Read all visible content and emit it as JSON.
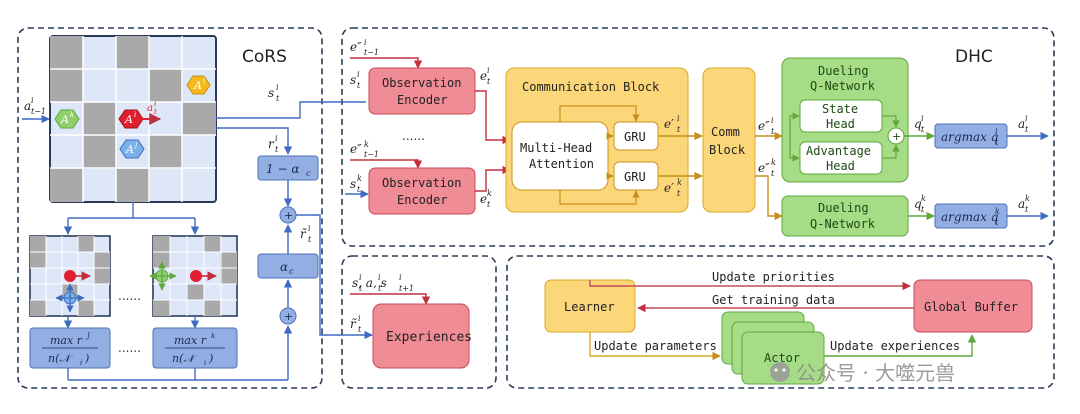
{
  "panels": {
    "cors": {
      "title": "CoRS"
    },
    "dhc": {
      "title": "DHC"
    }
  },
  "grid": {
    "agent_i": "A",
    "agent_i_sup": "i",
    "agent_j": "A",
    "agent_j_sup": "j",
    "agent_k": "A",
    "agent_k_sup": "k",
    "action_label": "a",
    "action_sup": "i",
    "action_sub": "t"
  },
  "cors_labels": {
    "input_a": "a",
    "input_a_sup": "i",
    "input_a_sub": "t−1",
    "s_out": "s",
    "s_out_sup": "i",
    "s_out_sub": "t",
    "r_in": "r",
    "r_in_sup": "i",
    "r_in_sub": "t",
    "one_minus_alpha": "1 − α",
    "one_minus_alpha_sub": "c",
    "alpha": "α",
    "alpha_sub": "c",
    "r_tilde": "r̃",
    "r_tilde_sup": "i",
    "r_tilde_sub": "t",
    "max_rj_top": "max r",
    "max_rj_sup": "J",
    "max_rj_bottom": "n(𝒩",
    "max_rj_bottom_sub": "i",
    "max_rj_bottom_end": ")",
    "max_rk_top": "max r",
    "max_rk_sup": "k",
    "max_rk_bottom": "n(𝒩",
    "max_rk_bottom_sub": "i",
    "max_rk_bottom_end": ")",
    "dots": "......",
    "dots2": "......",
    "plus": "+"
  },
  "dhc_labels": {
    "e_in_i": "e″",
    "e_in_i_sup": "i",
    "e_in_i_sub": "t−1",
    "s_i": "s",
    "s_i_sup": "i",
    "s_i_sub": "t",
    "e_in_k": "e″",
    "e_in_k_sup": "k",
    "e_in_k_sub": "t−1",
    "s_k": "s",
    "s_k_sup": "k",
    "s_k_sub": "t",
    "obs_enc_line1": "Observation",
    "obs_enc_line2": "Encoder",
    "e_i": "e",
    "e_i_sup": "i",
    "e_i_sub": "t",
    "e_k": "e",
    "e_k_sup": "k",
    "e_k_sub": "t",
    "dots": "......",
    "comm_block_title": "Communication Block",
    "mha_line1": "Multi-Head",
    "mha_line2": "Attention",
    "gru": "GRU",
    "ep_i": "e′",
    "ep_i_sup": "i",
    "ep_i_sub": "t",
    "ep_k": "e′",
    "ep_k_sup": "k",
    "ep_k_sub": "t",
    "comm_line1": "Comm",
    "comm_line2": "Block",
    "epp_i": "e″",
    "epp_i_sup": "i",
    "epp_i_sub": "t",
    "epp_k": "e″",
    "epp_k_sup": "k",
    "epp_k_sub": "t",
    "dueling_line1": "Dueling",
    "dueling_line2": "Q-Network",
    "state_line1": "State",
    "state_line2": "Head",
    "adv_line1": "Advantage",
    "adv_line2": "Head",
    "q_i": "q",
    "q_i_sup": "i",
    "q_i_sub": "t",
    "q_k": "q",
    "q_k_sup": "k",
    "q_k_sub": "t",
    "argmax_i": "argmax q",
    "argmax_i_sup": "i",
    "argmax_i_sub": "t",
    "argmax_k": "argmax q",
    "argmax_k_sup": "k",
    "argmax_k_sub": "t",
    "a_i": "a",
    "a_i_sup": "i",
    "a_i_sub": "t",
    "a_k": "a",
    "a_k_sup": "k",
    "a_k_sub": "t",
    "plus": "+"
  },
  "experience_labels": {
    "tuple": "s",
    "tuple_rest": "ᵢ",
    "tuple_text": "s, a, s",
    "tuple_sup1": "i",
    "tuple_sub1": "t",
    "tuple_sup2": "i",
    "tuple_sub2": "t",
    "tuple_sup3": "i",
    "tuple_sub3": "t+1",
    "r_tilde": "r̃",
    "r_tilde_sup": "i",
    "r_tilde_sub": "t",
    "box": "Experiences"
  },
  "training": {
    "learner": "Learner",
    "global_buffer": "Global Buffer",
    "actor": "Actor",
    "update_priorities": "Update priorities",
    "get_training_data": "Get training data",
    "update_parameters": "Update parameters",
    "update_experiences": "Update experiences"
  },
  "watermark": {
    "text": "公众号 · 大噬元兽"
  },
  "colors": {
    "panel_border": "#2b3b57",
    "red_fill": "#f08c96",
    "red_stroke": "#c94a57",
    "yellow_fill": "#fcd77a",
    "yellow_stroke": "#d9a923",
    "green_fill": "#a6dc86",
    "green_stroke": "#5fa83c",
    "blue_fill": "#93aee2",
    "blue_stroke": "#4e70b8",
    "arrow_red": "#c2303f",
    "arrow_yellow": "#c8901a",
    "arrow_blue": "#3f6cc3"
  }
}
